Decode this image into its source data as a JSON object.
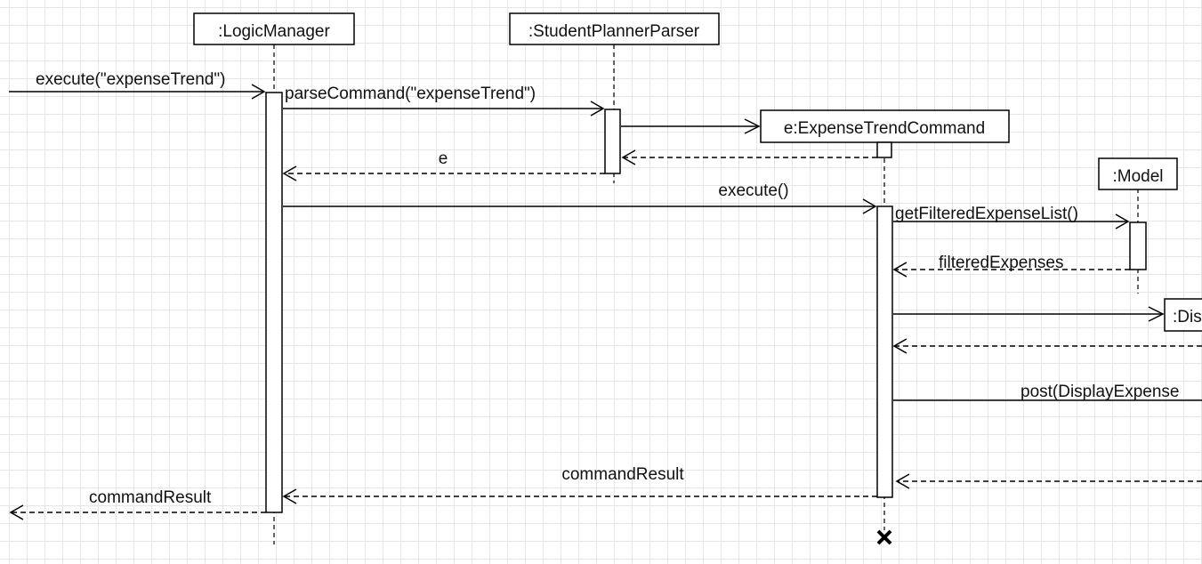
{
  "participants": {
    "logic_manager": ":LogicManager",
    "parser": ":StudentPlannerParser",
    "command": "e:ExpenseTrendCommand",
    "model": ":Model",
    "display_event": ":Dis"
  },
  "messages": {
    "execute_trend": "execute(\"expenseTrend\")",
    "parse_command": "parseCommand(\"expenseTrend\")",
    "return_e": "e",
    "execute": "execute()",
    "get_filtered": "getFilteredExpenseList()",
    "filtered_expenses": "filteredExpenses",
    "post": "post(DisplayExpense",
    "command_result_inner": "commandResult",
    "command_result_outer": "commandResult"
  }
}
